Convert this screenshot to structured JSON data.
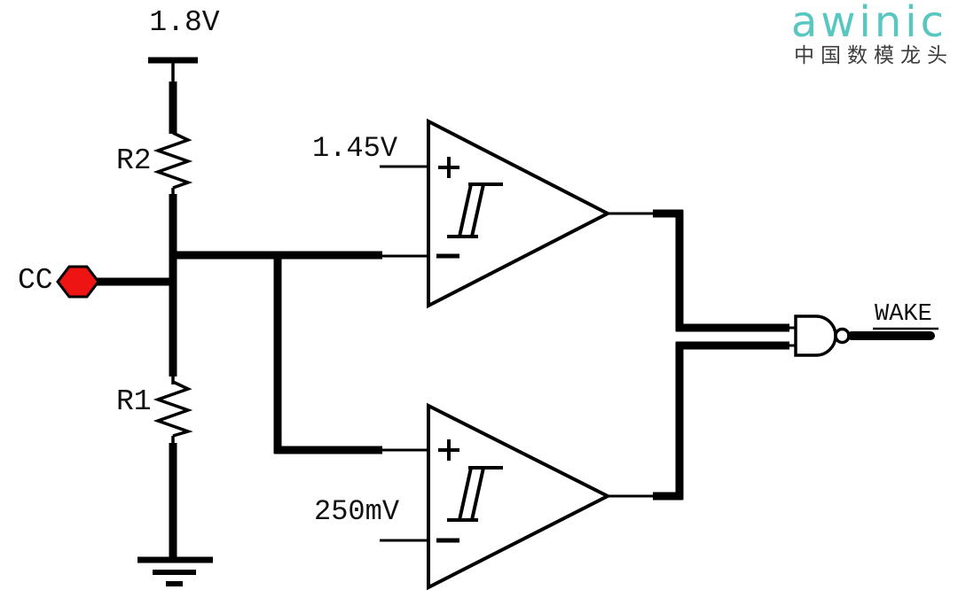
{
  "logo": {
    "brand": "awinic",
    "tagline": "中国数模龙头",
    "brand_color": "#57c7c0",
    "tagline_color": "#3d3d3d"
  },
  "schematic": {
    "supply_label": "1.8V",
    "r2_label": "R2",
    "r1_label": "R1",
    "cc_label": "CC",
    "top_ref_label": "1.45V",
    "bottom_ref_label": "250mV",
    "wake_label": "WAKE",
    "plus_sign": "+",
    "minus_sign": "−",
    "colors": {
      "wire": "#000000",
      "cc_pin_fill": "#ee1414",
      "background": "#ffffff"
    }
  }
}
